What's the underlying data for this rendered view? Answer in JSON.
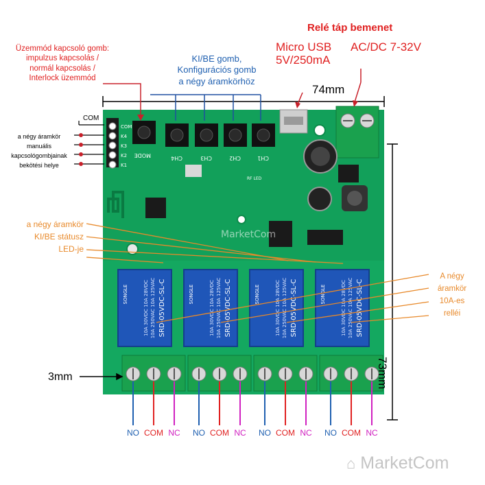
{
  "title": "Relé táp bemenet",
  "power": {
    "usb_title": "Micro USB",
    "usb_value": "5V/250mA",
    "acdc": "AC/DC 7-32V"
  },
  "mode_note": {
    "line1": "Üzemmód kapcsoló gomb:",
    "line2": "impulzus kapcsolás /",
    "line3": "normál kapcsolás /",
    "line4": "Interlock üzemmód"
  },
  "buttons_note": {
    "line1": "KI/BE gomb,",
    "line2": "Konfigurációs gomb",
    "line3": "a négy áramkörhöz"
  },
  "width_dim": "74mm",
  "height_dim": "73mm",
  "edge_dim": "3mm",
  "com_label": "COM",
  "wiring_note": {
    "line1": "a négy áramkör",
    "line2": "manuális",
    "line3": "kapcsológombjainak",
    "line4": "bekötési helye"
  },
  "led_note": {
    "line1": "a négy áramkör",
    "line2": "KI/BE státusz",
    "line3": "LED-je"
  },
  "relay_note": {
    "line1": "A négy",
    "line2": "áramkör",
    "line3": "10A-es",
    "line4": "relléi"
  },
  "terminals": [
    {
      "no": "NO",
      "com": "COM",
      "nc": "NC"
    },
    {
      "no": "NO",
      "com": "COM",
      "nc": "NC"
    },
    {
      "no": "NO",
      "com": "COM",
      "nc": "NC"
    },
    {
      "no": "NO",
      "com": "COM",
      "nc": "NC"
    }
  ],
  "board": {
    "buttons": [
      "MODE",
      "CH4",
      "CH3",
      "CH2",
      "CH1"
    ],
    "pins": [
      "COM",
      "K4",
      "K3",
      "K2",
      "K1"
    ],
    "relay_model": "SRD-05VDC-SL-C",
    "relay_brand": "SONGLE",
    "relay_rating1": "10A 250VAC 10A 125VAC",
    "relay_rating2": "10A 30VDC 10A 28VDC",
    "watermark": "MarketCom",
    "rf_led": "RF LED"
  },
  "brand": "MarketCom",
  "colors": {
    "pcb": "#12a05a",
    "pcb_dark": "#0c8a4a",
    "relay": "#1f56b8",
    "terminal": "#1aa14e",
    "no": "#1e5fb0",
    "com": "#e02020",
    "nc": "#d020c0"
  }
}
